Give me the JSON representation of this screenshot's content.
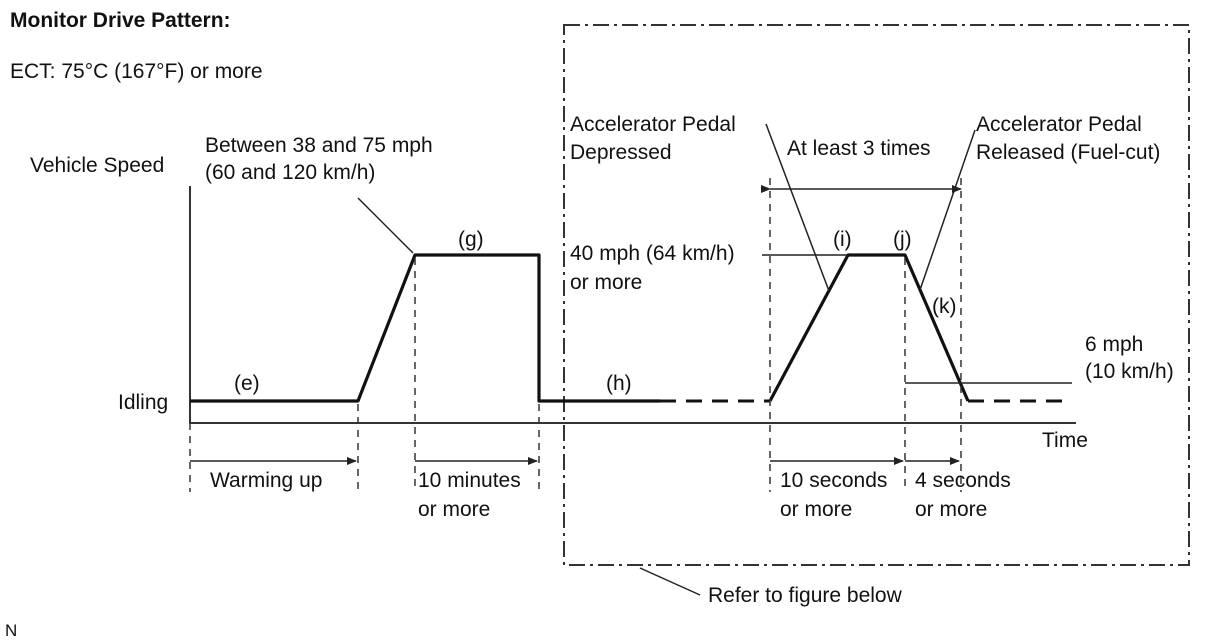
{
  "title": "Monitor Drive Pattern:",
  "condition": "ECT: 75°C (167°F) or more",
  "axes": {
    "y_label": "Vehicle Speed",
    "x_label": "Time",
    "idling": "Idling"
  },
  "labels": {
    "speed_range_1": "Between 38 and 75 mph",
    "speed_range_2": "(60 and 120 km/h)",
    "speed_40_1": "40 mph (64 km/h)",
    "speed_40_2": "or more",
    "speed_6_1": "6 mph",
    "speed_6_2": "(10 km/h)",
    "pedal_depressed_1": "Accelerator Pedal",
    "pedal_depressed_2": "Depressed",
    "pedal_released_1": "Accelerator Pedal",
    "pedal_released_2": "Released (Fuel-cut)",
    "repeat": "At least 3 times",
    "step_e": "(e)",
    "step_g": "(g)",
    "step_h": "(h)",
    "step_i": "(i)",
    "step_j": "(j)",
    "step_k": "(k)"
  },
  "durations": {
    "warming_up": "Warming up",
    "ten_minutes_1": "10 minutes",
    "ten_minutes_2": "or more",
    "ten_seconds_1": "10 seconds",
    "ten_seconds_2": "or more",
    "four_seconds_1": "4 seconds",
    "four_seconds_2": "or more"
  },
  "refer": "Refer to figure below",
  "footer_mark": "N"
}
